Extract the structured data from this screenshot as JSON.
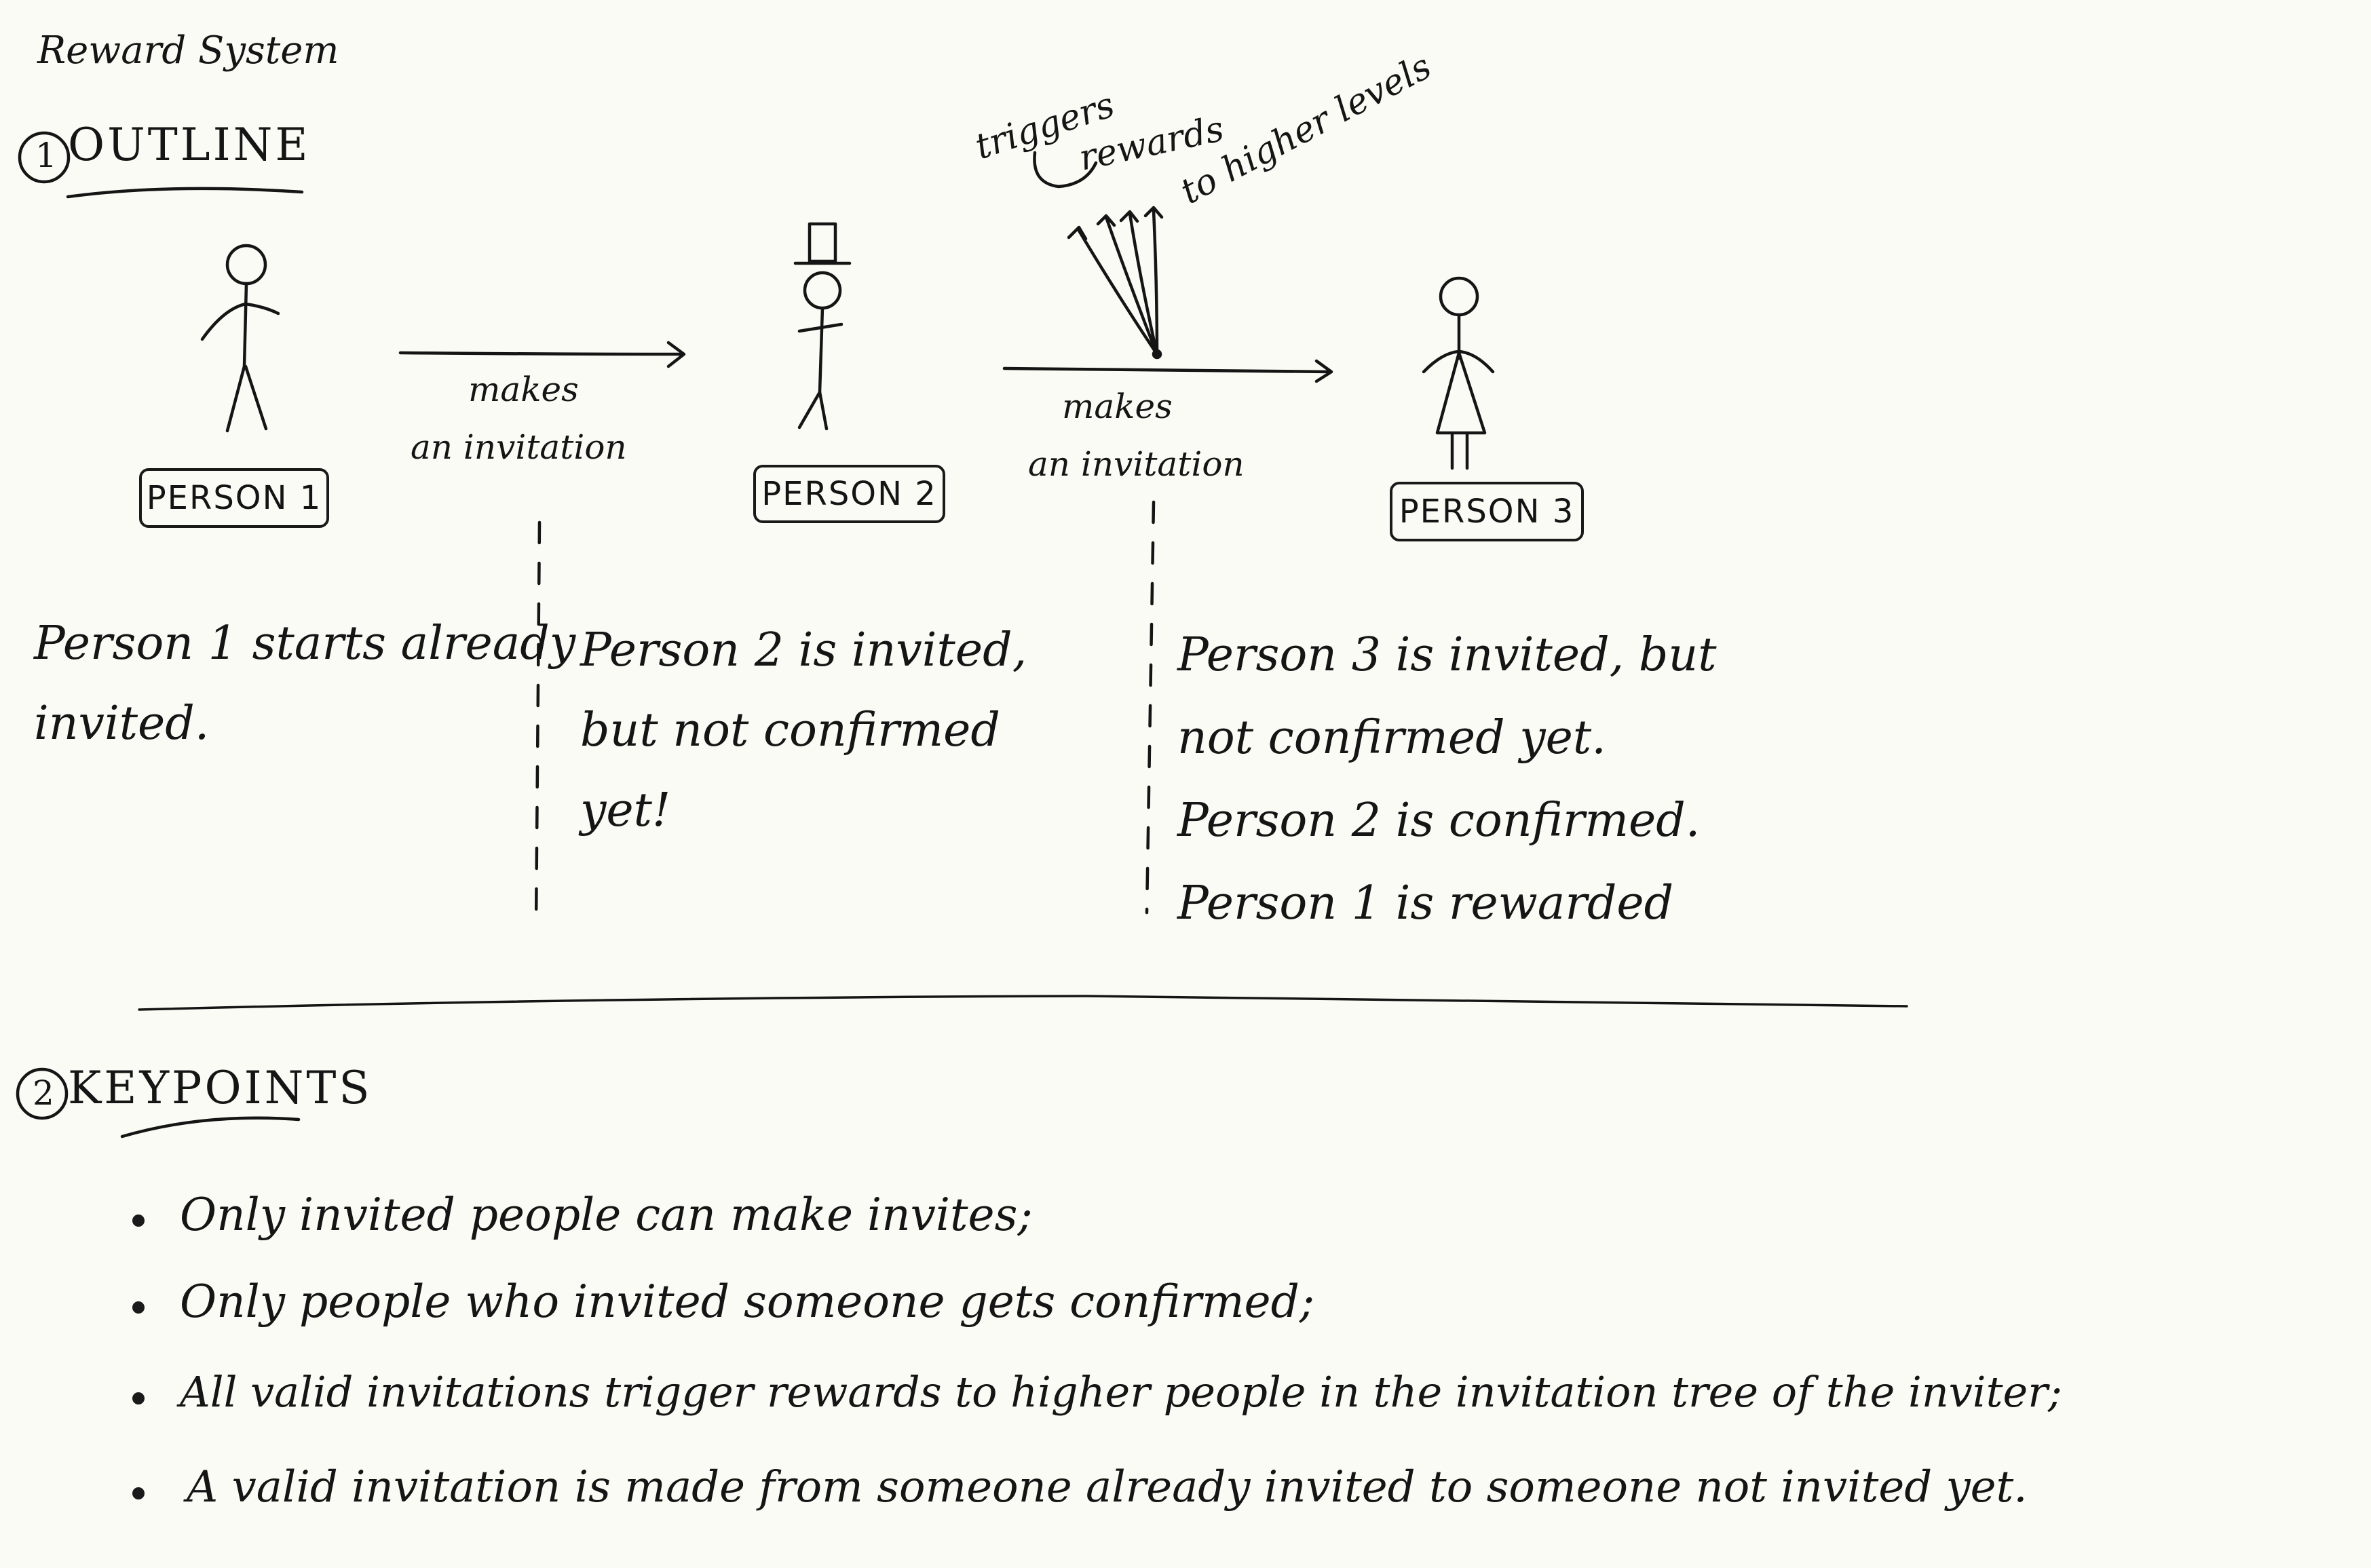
{
  "title": "Reward System",
  "outline": {
    "heading": "OUTLINE",
    "number": "1",
    "persons": [
      {
        "label": "PERSON 1"
      },
      {
        "label": "PERSON 2"
      },
      {
        "label": "PERSON 3"
      }
    ],
    "arrows": [
      {
        "label_line1": "makes",
        "label_line2": "an invitation"
      },
      {
        "label_line1": "makes",
        "label_line2": "an invitation"
      }
    ],
    "triggers_note": {
      "line1": "triggers",
      "line2": "rewards",
      "line3": "to higher levels"
    },
    "descriptions": [
      {
        "lines": [
          "Person 1 starts already",
          "invited."
        ]
      },
      {
        "lines": [
          "Person 2 is invited,",
          "but not confirmed",
          "yet!"
        ]
      },
      {
        "lines": [
          "Person 3 is invited, but",
          "not confirmed yet.",
          "Person 2 is confirmed.",
          "Person 1 is rewarded"
        ]
      }
    ]
  },
  "keypoints": {
    "heading": "KEYPOINTS",
    "number": "2",
    "items": [
      "Only invited people can make invites;",
      "Only people who invited someone gets confirmed;",
      "All valid invitations trigger rewards to higher people in the invitation tree of the inviter;",
      "A valid invitation is made from someone already invited to someone not invited yet."
    ]
  },
  "colors": {
    "ink": "#141414",
    "paper": "#fbfbf6"
  }
}
